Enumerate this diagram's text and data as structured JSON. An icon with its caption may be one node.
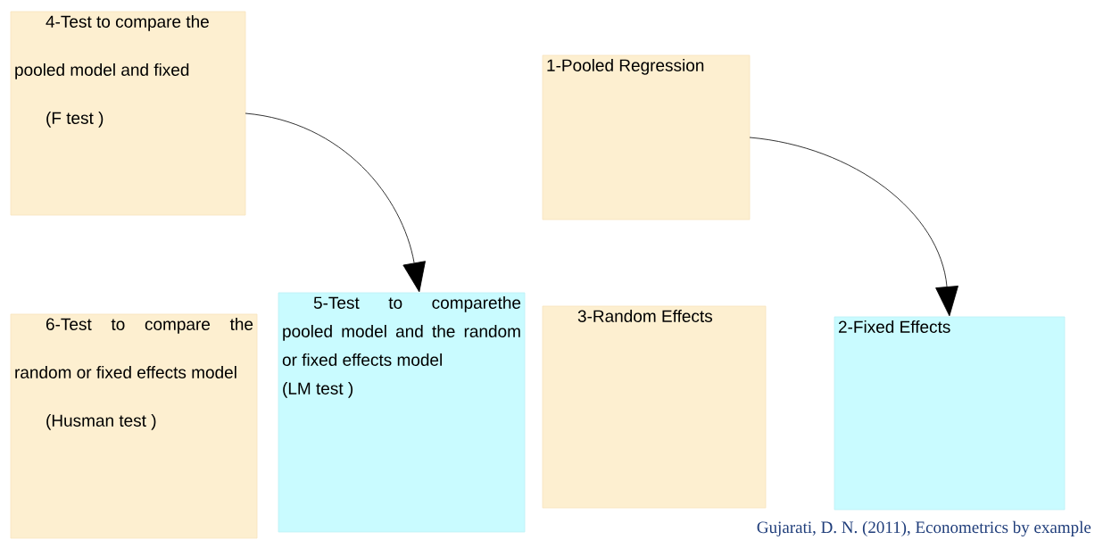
{
  "diagram": {
    "caption": "Gujarati, D. N. (2011), Econometrics by example",
    "nodes": [
      {
        "text": [
          "4-Test to compare the pooled model and fixed",
          "(F test )"
        ]
      },
      {
        "text": [
          "1-Pooled Regression"
        ]
      },
      {
        "text": [
          "6-Test to compare the random or fixed effects model",
          "(Husman test )"
        ]
      },
      {
        "text": [
          "5-Test to comparethe pooled model and the random or fixed effects model",
          "(LM test )"
        ]
      },
      {
        "text": [
          "3-Random Effects"
        ]
      },
      {
        "text": [
          "2-Fixed Effects"
        ]
      }
    ],
    "edges": [
      {
        "from": 0,
        "to": 3,
        "arrow": "to"
      },
      {
        "from": 1,
        "to": 5,
        "arrow": "to"
      }
    ]
  }
}
